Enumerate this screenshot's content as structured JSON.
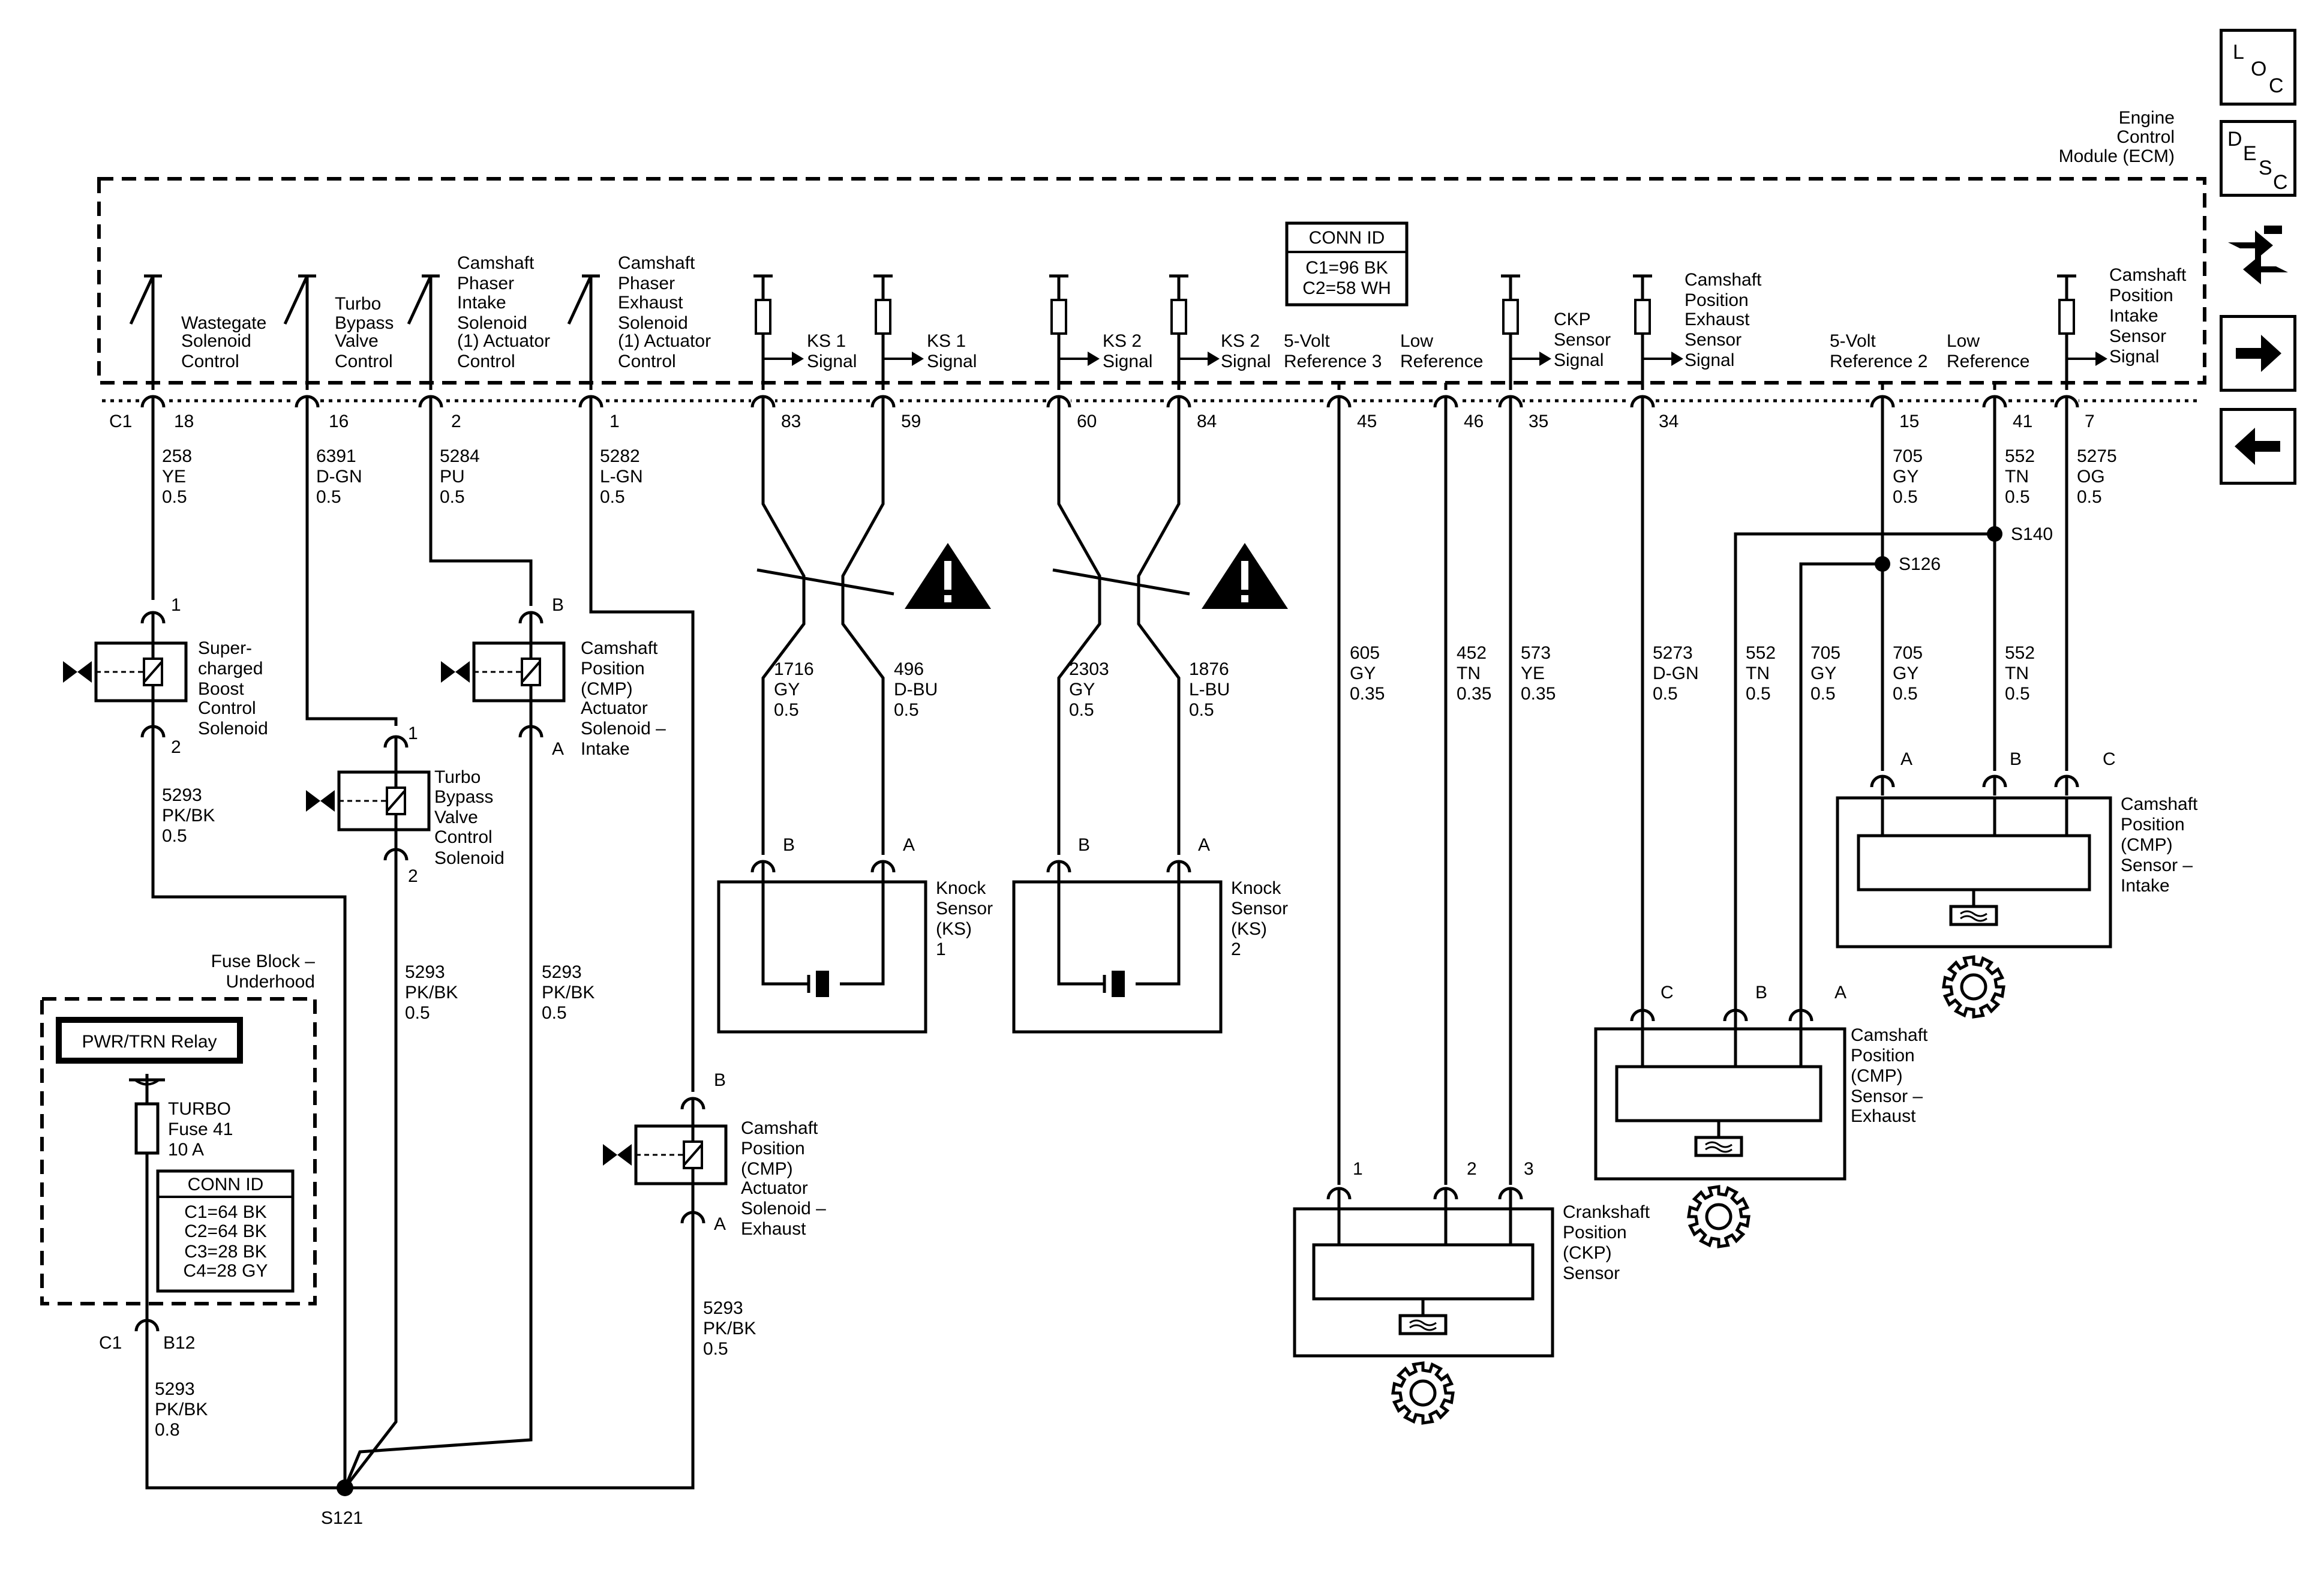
{
  "module": {
    "line1": "Engine",
    "line2": "Control",
    "line3": "Module (ECM)"
  },
  "nav": {
    "loc": [
      "L",
      "O",
      "C"
    ],
    "desc": [
      "D",
      "E",
      "S",
      "C"
    ]
  },
  "conn_id_ecm": {
    "title": "CONN ID",
    "c1": "C1=96 BK",
    "c2": "C2=58 WH"
  },
  "conn_id_fuse": {
    "title": "CONN ID",
    "c1": "C1=64 BK",
    "c2": "C2=64 BK",
    "c3": "C3=28 BK",
    "c4": "C4=28 GY"
  },
  "ecm_labels": {
    "wastegate": [
      "Wastegate",
      "Solenoid",
      "Control"
    ],
    "turbo_bypass": [
      "Turbo",
      "Bypass",
      "Valve",
      "Control"
    ],
    "phaser_intake": [
      "Camshaft",
      "Phaser",
      "Intake",
      "Solenoid",
      "(1) Actuator",
      "Control"
    ],
    "phaser_exhaust": [
      "Camshaft",
      "Phaser",
      "Exhaust",
      "Solenoid",
      "(1) Actuator",
      "Control"
    ],
    "ks1a": [
      "KS 1",
      "Signal"
    ],
    "ks1b": [
      "KS 1",
      "Signal"
    ],
    "ks2a": [
      "KS 2",
      "Signal"
    ],
    "ks2b": [
      "KS 2",
      "Signal"
    ],
    "ref3": [
      "5-Volt",
      "Reference 3"
    ],
    "low1": [
      "Low",
      "Reference"
    ],
    "ckp": [
      "CKP",
      "Sensor",
      "Signal"
    ],
    "cmp_exh": [
      "Camshaft",
      "Position",
      "Exhaust",
      "Sensor",
      "Signal"
    ],
    "ref2": [
      "5-Volt",
      "Reference 2"
    ],
    "low2": [
      "Low",
      "Reference"
    ],
    "cmp_int": [
      "Camshaft",
      "Position",
      "Intake",
      "Sensor",
      "Signal"
    ]
  },
  "pins": {
    "c1": "C1",
    "p18": "18",
    "p16": "16",
    "p2": "2",
    "p1": "1",
    "p83": "83",
    "p59": "59",
    "p60": "60",
    "p84": "84",
    "p45": "45",
    "p46": "46",
    "p35": "35",
    "p34": "34",
    "p15": "15",
    "p41": "41",
    "p7": "7"
  },
  "wires": {
    "w258": [
      "258",
      "YE",
      "0.5"
    ],
    "w6391": [
      "6391",
      "D-GN",
      "0.5"
    ],
    "w5284": [
      "5284",
      "PU",
      "0.5"
    ],
    "w5282": [
      "5282",
      "L-GN",
      "0.5"
    ],
    "w1716": [
      "1716",
      "GY",
      "0.5"
    ],
    "w496": [
      "496",
      "D-BU",
      "0.5"
    ],
    "w2303": [
      "2303",
      "GY",
      "0.5"
    ],
    "w1876": [
      "1876",
      "L-BU",
      "0.5"
    ],
    "w605": [
      "605",
      "GY",
      "0.35"
    ],
    "w452": [
      "452",
      "TN",
      "0.35"
    ],
    "w573": [
      "573",
      "YE",
      "0.35"
    ],
    "w5273": [
      "5273",
      "D-GN",
      "0.5"
    ],
    "w552a": [
      "552",
      "TN",
      "0.5"
    ],
    "w705a": [
      "705",
      "GY",
      "0.5"
    ],
    "w705b": [
      "705",
      "GY",
      "0.5"
    ],
    "w552b": [
      "552",
      "TN",
      "0.5"
    ],
    "w705top": [
      "705",
      "GY",
      "0.5"
    ],
    "w552top": [
      "552",
      "TN",
      "0.5"
    ],
    "w5275": [
      "5275",
      "OG",
      "0.5"
    ],
    "w5293a": [
      "5293",
      "PK/BK",
      "0.5"
    ],
    "w5293b": [
      "5293",
      "PK/BK",
      "0.5"
    ],
    "w5293c": [
      "5293",
      "PK/BK",
      "0.5"
    ],
    "w5293d": [
      "5293",
      "PK/BK",
      "0.5"
    ],
    "w5293e": [
      "5293",
      "PK/BK",
      "0.8"
    ]
  },
  "splices": {
    "s140": "S140",
    "s126": "S126",
    "s121": "S121"
  },
  "components": {
    "boost": [
      "Super-",
      "charged",
      "Boost",
      "Control",
      "Solenoid"
    ],
    "bypass": [
      "Turbo",
      "Bypass",
      "Valve",
      "Control",
      "Solenoid"
    ],
    "cmp_int_sol": [
      "Camshaft",
      "Position",
      "(CMP)",
      "Actuator",
      "Solenoid –",
      "Intake"
    ],
    "cmp_exh_sol": [
      "Camshaft",
      "Position",
      "(CMP)",
      "Actuator",
      "Solenoid –",
      "Exhaust"
    ],
    "ks1": [
      "Knock",
      "Sensor",
      "(KS)",
      "1"
    ],
    "ks2": [
      "Knock",
      "Sensor",
      "(KS)",
      "2"
    ],
    "ckp": [
      "Crankshaft",
      "Position",
      "(CKP)",
      "Sensor"
    ],
    "cmp_exh": [
      "Camshaft",
      "Position",
      "(CMP)",
      "Sensor –",
      "Exhaust"
    ],
    "cmp_int": [
      "Camshaft",
      "Position",
      "(CMP)",
      "Sensor –",
      "Intake"
    ]
  },
  "terms": {
    "t1": "1",
    "t2": "2",
    "tA": "A",
    "tB": "B",
    "tC": "C",
    "t3": "3"
  },
  "fuse": {
    "block": [
      "Fuse Block –",
      "Underhood"
    ],
    "relay": "PWR/TRN Relay",
    "fuse_label": [
      "TURBO",
      "Fuse 41",
      "10 A"
    ],
    "c1": "C1",
    "b12": "B12"
  }
}
